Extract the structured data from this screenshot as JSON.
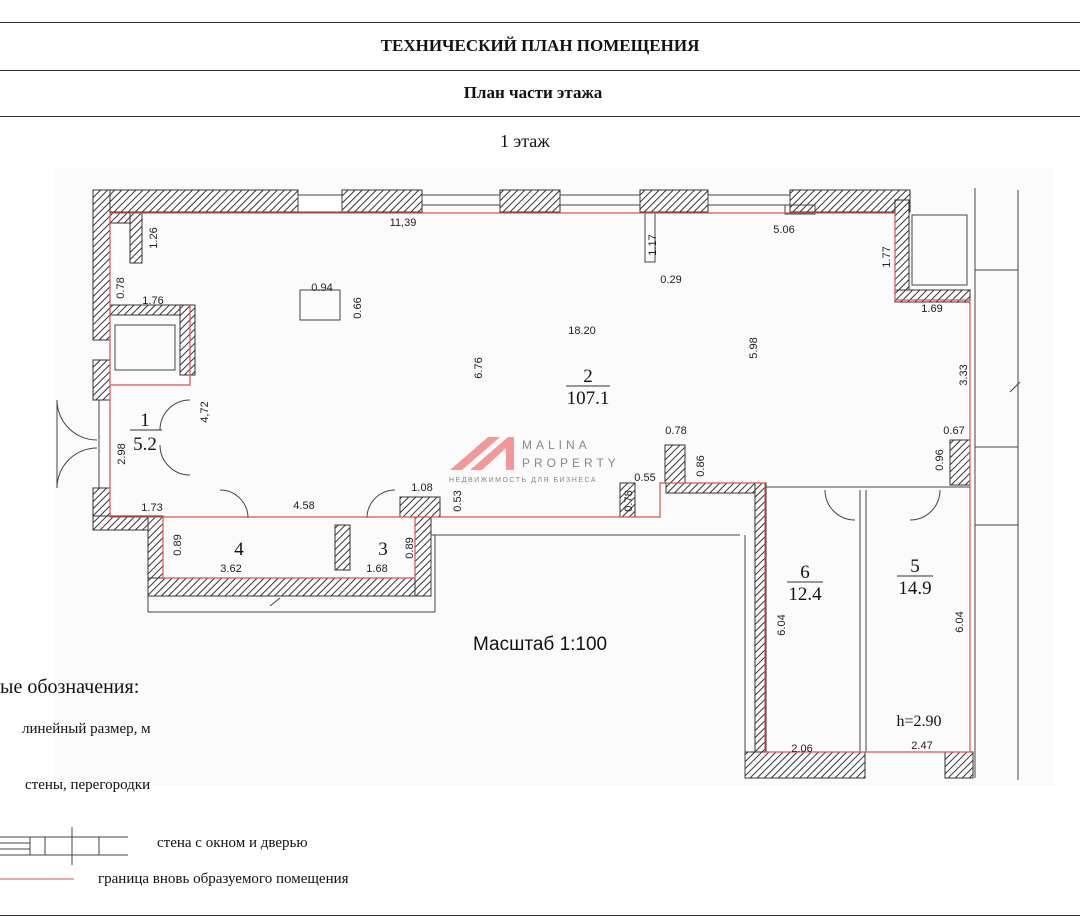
{
  "header": {
    "title": "ТЕХНИЧЕСКИЙ ПЛАН ПОМЕЩЕНИЯ",
    "subtitle": "План части этажа",
    "floor": "1 этаж"
  },
  "plan": {
    "boundary_color": "#d9534f",
    "rooms": [
      {
        "number": "1",
        "area": "5.2"
      },
      {
        "number": "2",
        "area": "107.1"
      },
      {
        "number": "3",
        "area": ""
      },
      {
        "number": "4",
        "area": ""
      },
      {
        "number": "5",
        "area": "14.9"
      },
      {
        "number": "6",
        "area": "12.4"
      }
    ],
    "dimensions": [
      "11,39",
      "1.26",
      "0.78",
      "1.76",
      "0.94",
      "0.66",
      "6.76",
      "18.20",
      "1.17",
      "0.29",
      "5.06",
      "1.77",
      "1.69",
      "5.98",
      "3.33",
      "4,72",
      "2.98",
      "0.78",
      "0.86",
      "0.67",
      "0.96",
      "0.55",
      "0.78",
      "1.08",
      "0.53",
      "1.73",
      "4.58",
      "0.89",
      "3.62",
      "0.89",
      "1.68",
      "6.04",
      "6.04",
      "2.06",
      "2.47"
    ],
    "height": "h=2.90",
    "scale": "Масштаб 1:100"
  },
  "watermark": {
    "brand_line1": "MALINA",
    "brand_line2": "PROPERTY",
    "tagline": "НЕДВИЖИМОСТЬ ДЛЯ БИЗНЕСА",
    "color": "#f08080"
  },
  "legend": {
    "title": "ые обозначения:",
    "items": [
      "линейный размер, м",
      "стены, перегородки",
      "стена с окном и дверью",
      "граница вновь образуемого помещения"
    ]
  }
}
